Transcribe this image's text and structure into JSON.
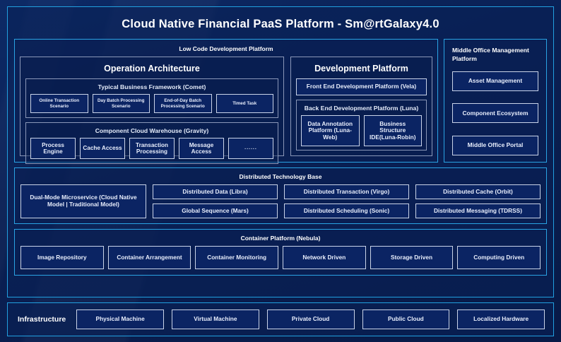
{
  "diagram": {
    "title": "Cloud Native Financial PaaS Platform - Sm@rtGalaxy4.0",
    "colors": {
      "page_background": "#0a1f52",
      "accent_border": "#21a0e0",
      "inner_border": "#8a97b8",
      "leaf_border": "#c9d3e8",
      "text": "#ffffff"
    }
  },
  "low_code": {
    "title": "Low Code Development Platform",
    "operation_architecture": {
      "title": "Operation Architecture",
      "comet": {
        "title": "Typical Business Framework (Comet)",
        "items": [
          "Online Transaction Scenario",
          "Day Batch Processing Scenario",
          "End-of-Day Batch Processing Scenario",
          "Timed Task"
        ]
      },
      "gravity": {
        "title": "Component Cloud Warehouse (Gravity)",
        "items": [
          "Process Engine",
          "Cache Access",
          "Transaction Processing",
          "Message Access",
          "......"
        ]
      }
    },
    "development_platform": {
      "title": "Development Platform",
      "front_end": "Front End Development Platform (Vela)",
      "back_end": {
        "title": "Back End Development Platform (Luna)",
        "items": [
          "Data Annotation Platform (Luna-Web)",
          "Business Structure IDE(Luna-Robin)"
        ]
      }
    }
  },
  "middle_office": {
    "title": "Middle Office Management Platform",
    "items": [
      "Asset Management",
      "Component Ecosystem",
      "Middle Office Portal"
    ]
  },
  "distributed_technology_base": {
    "title": "Distributed Technology Base",
    "wide_item": "Dual-Mode Microservice (Cloud Native Model | Traditional Model)",
    "columns": [
      {
        "top": "Distributed Data (Libra)",
        "bottom": "Global Sequence (Mars)"
      },
      {
        "top": "Distributed Transaction (Virgo)",
        "bottom": "Distributed Scheduling (Sonic)"
      },
      {
        "top": "Distributed Cache (Orbit)",
        "bottom": "Distributed Messaging (TDRSS)"
      }
    ]
  },
  "container_platform": {
    "title": "Container Platform (Nebula)",
    "items": [
      "Image Repository",
      "Container Arrangement",
      "Container Monitoring",
      "Network Driven",
      "Storage Driven",
      "Computing Driven"
    ]
  },
  "infrastructure": {
    "label": "Infrastructure",
    "items": [
      "Physical Machine",
      "Virtual Machine",
      "Private Cloud",
      "Public Cloud",
      "Localized Hardware"
    ]
  }
}
